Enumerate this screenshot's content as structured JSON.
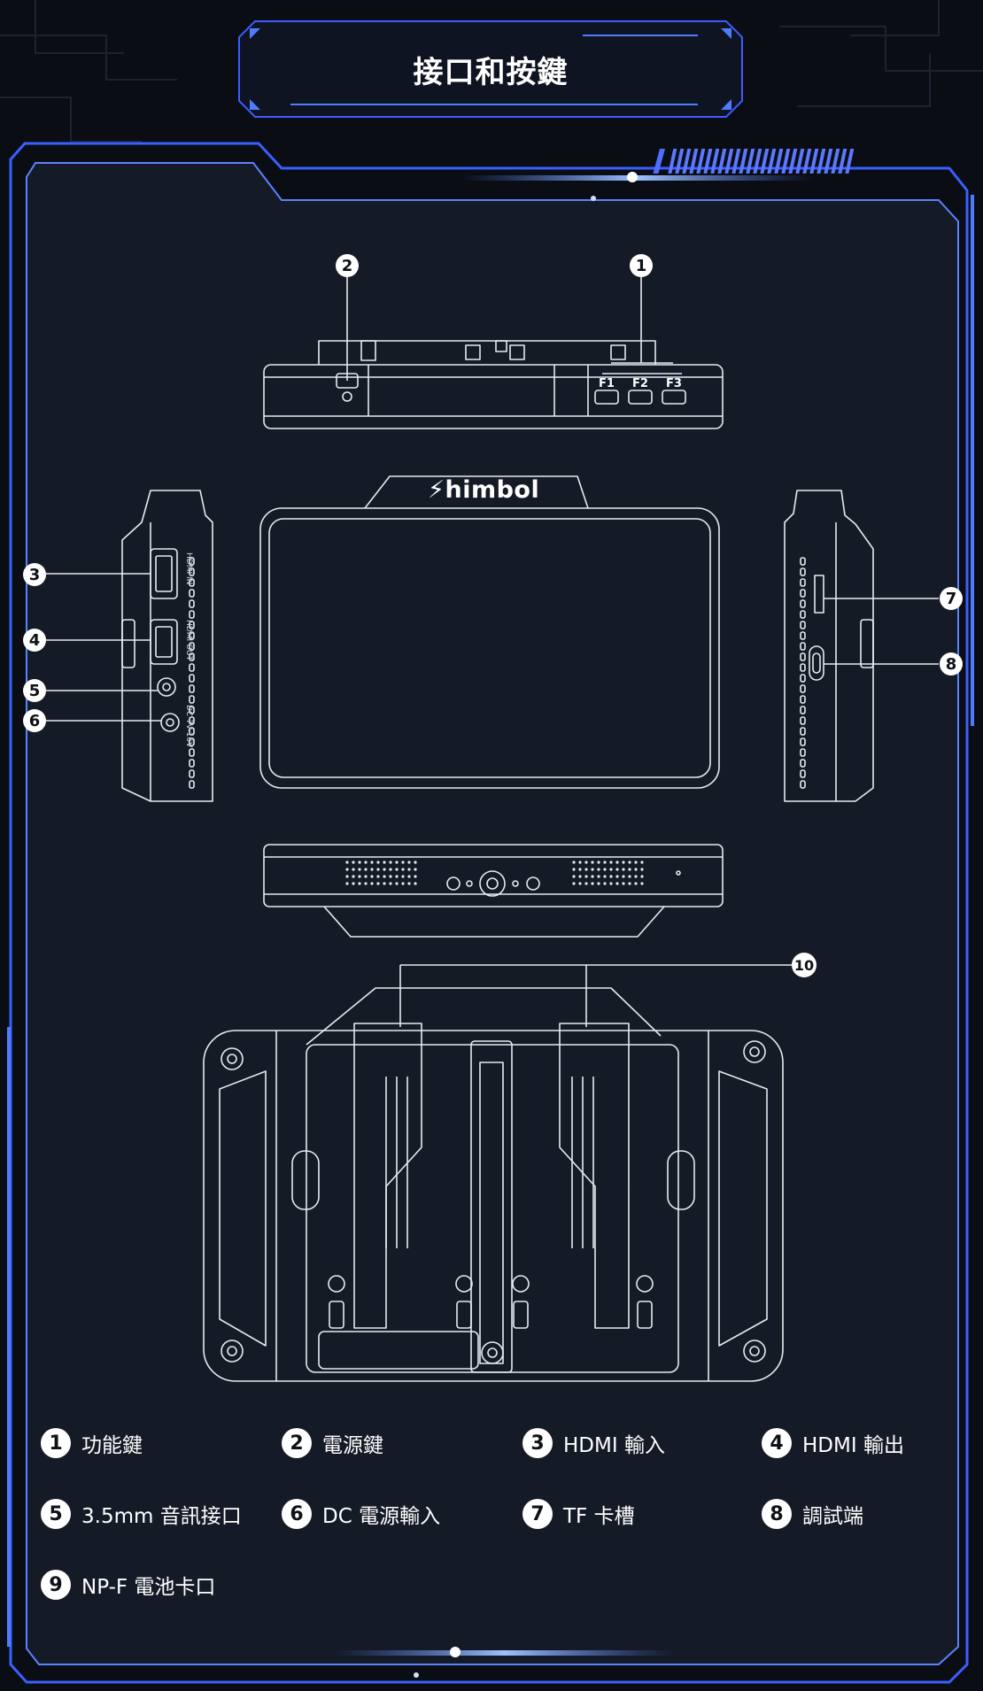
{
  "title": "接口和按鍵",
  "brand": "himbol",
  "function_keys": [
    "F1",
    "F2",
    "F3"
  ],
  "side_labels": {
    "hdmi_in": "HDMI IN",
    "hdmi_out": "HDMI OUT",
    "dc": "DC 7V-16V"
  },
  "callouts": [
    "1",
    "2",
    "3",
    "4",
    "5",
    "6",
    "7",
    "8",
    "10"
  ],
  "legend": [
    {
      "num": "1",
      "label": "功能鍵"
    },
    {
      "num": "2",
      "label": "電源鍵"
    },
    {
      "num": "3",
      "label": "HDMI 輸入"
    },
    {
      "num": "4",
      "label": "HDMI 輸出"
    },
    {
      "num": "5",
      "label": "3.5mm 音訊接口"
    },
    {
      "num": "6",
      "label": "DC 電源輸入"
    },
    {
      "num": "7",
      "label": "TF 卡槽"
    },
    {
      "num": "8",
      "label": "調試端"
    },
    {
      "num": "9",
      "label": "NP-F  電池卡口"
    }
  ],
  "colors": {
    "background": "#0a0d14",
    "panel": "#151b26",
    "accent_blue": "#4f7cff",
    "glow": "#8fb0ff",
    "line": "#e6e9ef"
  }
}
